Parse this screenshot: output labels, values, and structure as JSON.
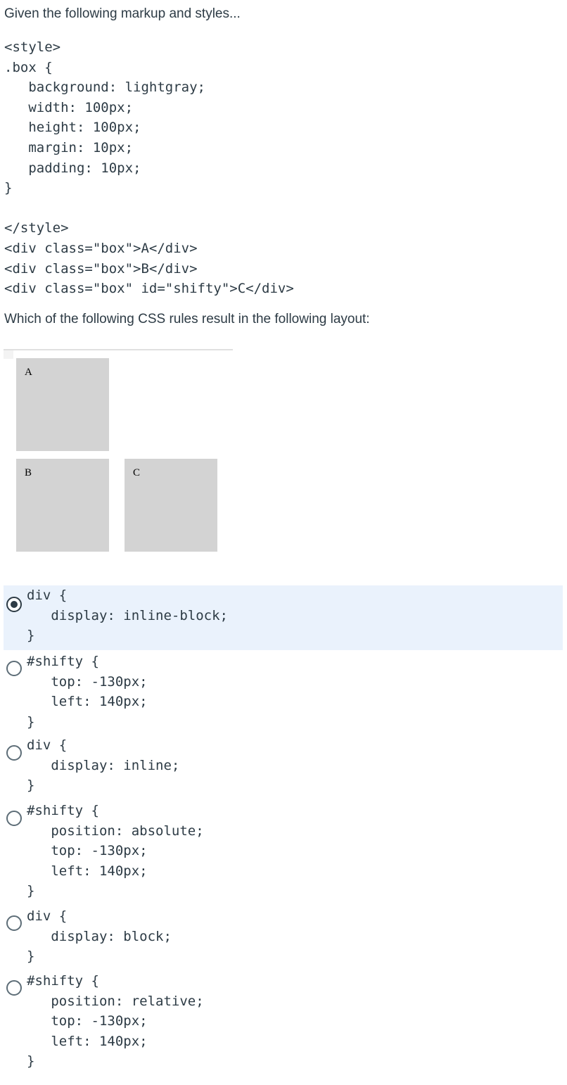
{
  "intro": "Given the following markup and styles...",
  "code_lines": [
    "<style>",
    ".box {",
    "   background: lightgray;",
    "   width: 100px;",
    "   height: 100px;",
    "   margin: 10px;",
    "   padding: 10px;",
    "}",
    "",
    "</style>",
    "<div class=\"box\">A</div>",
    "<div class=\"box\">B</div>",
    "<div class=\"box\" id=\"shifty\">C</div>"
  ],
  "question": "Which of the following CSS rules result in the following layout:",
  "preview": {
    "boxes": [
      "A",
      "B",
      "C"
    ],
    "box_color": "#d3d3d3"
  },
  "answers": [
    {
      "selected": true,
      "lines": [
        "div {",
        "   display: inline-block;",
        "}"
      ]
    },
    {
      "selected": false,
      "lines": [
        "#shifty {",
        "   top: -130px;",
        "   left: 140px;",
        "}"
      ]
    },
    {
      "selected": false,
      "lines": [
        "div {",
        "   display: inline;",
        "}"
      ]
    },
    {
      "selected": false,
      "lines": [
        "#shifty {",
        "   position: absolute;",
        "   top: -130px;",
        "   left: 140px;",
        "}"
      ]
    },
    {
      "selected": false,
      "lines": [
        "div {",
        "   display: block;",
        "}"
      ]
    },
    {
      "selected": false,
      "lines": [
        "#shifty {",
        "   position: relative;",
        "   top: -130px;",
        "   left: 140px;",
        "}"
      ]
    }
  ],
  "colors": {
    "text": "#2d3b45",
    "selected_background": "#eaf2fc"
  }
}
